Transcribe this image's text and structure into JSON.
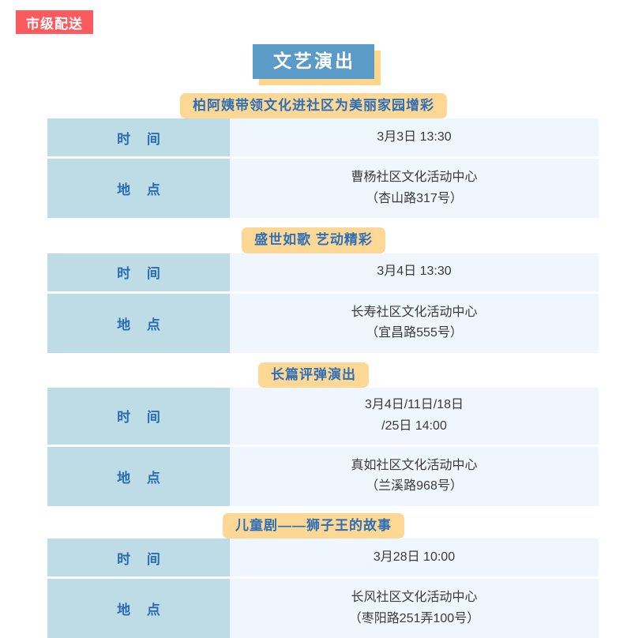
{
  "badge": {
    "label": "市级配送",
    "color": "#fb5a5f"
  },
  "title": {
    "text": "文艺演出",
    "box_color": "#5b9bc8",
    "shadow_color": "#fcd68a"
  },
  "labels": {
    "time": "时 间",
    "place": "地 点"
  },
  "colors": {
    "label_cell": "#bedce5",
    "value_cell": "#f0f6fd",
    "pill": "#fdd794",
    "pill_text": "#2e6fb7"
  },
  "sections": [
    {
      "heading": "柏阿姨带领文化进社区为美丽家园增彩",
      "time": "3月3日 13:30",
      "time_line2": "",
      "place_line1": "曹杨社区文化活动中心",
      "place_line2": "（杏山路317号）"
    },
    {
      "heading": "盛世如歌 艺动精彩",
      "time": "3月4日 13:30",
      "time_line2": "",
      "place_line1": "长寿社区文化活动中心",
      "place_line2": "（宜昌路555号）"
    },
    {
      "heading": "长篇评弹演出",
      "time": "3月4日/11日/18日",
      "time_line2": "/25日 14:00",
      "place_line1": "真如社区文化活动中心",
      "place_line2": "（兰溪路968号）"
    },
    {
      "heading": "儿童剧——狮子王的故事",
      "time": "3月28日 10:00",
      "time_line2": "",
      "place_line1": "长风社区文化活动中心",
      "place_line2": "（枣阳路251弄100号）"
    }
  ]
}
